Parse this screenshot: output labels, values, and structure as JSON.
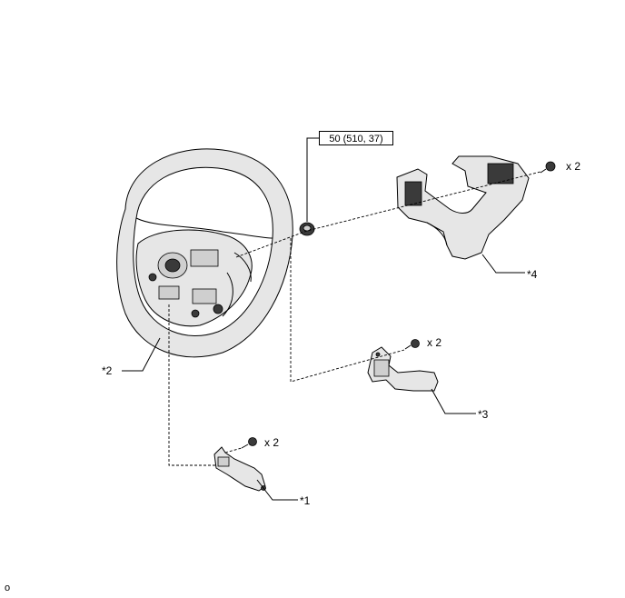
{
  "torque_spec": "50 (510, 37)",
  "labels": {
    "part1": "*1",
    "part2": "*2",
    "part3": "*3",
    "part4": "*4"
  },
  "quantities": {
    "screws_part4": "x 2",
    "screws_part3": "x 2",
    "screws_part1": "x 2"
  },
  "corner_mark": "o"
}
